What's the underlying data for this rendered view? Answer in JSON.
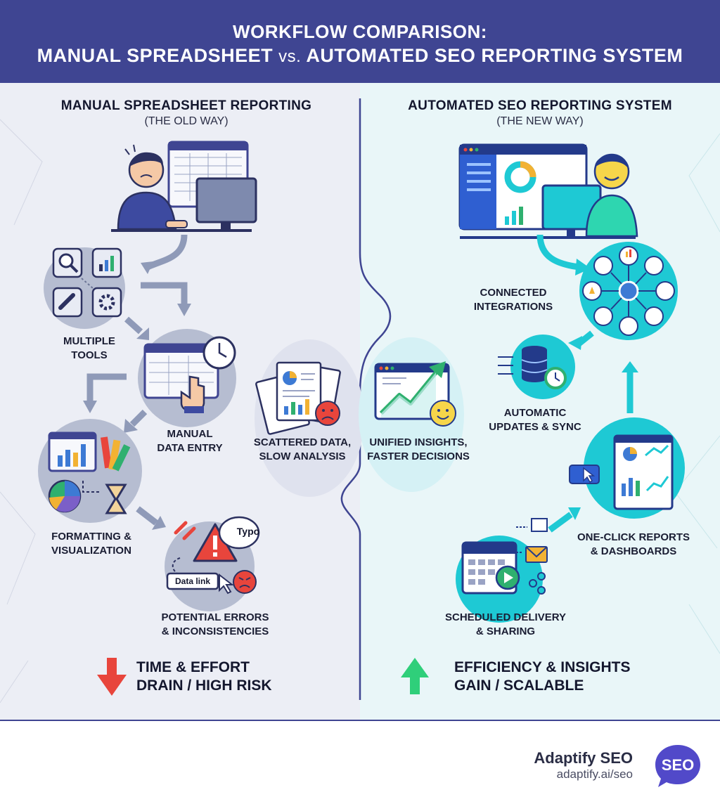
{
  "header": {
    "line1": "WORKFLOW COMPARISON:",
    "line2_a": "MANUAL SPREADSHEET ",
    "line2_vs": "vs.",
    "line2_b": " AUTOMATED SEO REPORTING SYSTEM"
  },
  "left": {
    "title": "MANUAL SPREADSHEET REPORTING",
    "subtitle": "(THE OLD WAY)",
    "steps": {
      "tools_1": "MULTIPLE",
      "tools_2": "TOOLS",
      "entry_1": "MANUAL",
      "entry_2": "DATA ENTRY",
      "format_1": "FORMATTING &",
      "format_2": "VISUALIZATION",
      "errors_1": "POTENTIAL ERRORS",
      "errors_2": "& INCONSISTENCIES",
      "scattered_1": "SCATTERED DATA,",
      "scattered_2": "SLOW ANALYSIS"
    },
    "bubbles": {
      "typo": "Typo",
      "data_link": "Data link"
    },
    "result_1": "TIME & EFFORT",
    "result_2": "DRAIN / HIGH RISK",
    "colors": {
      "bg": "#eceef5",
      "arrow": "#e8453c",
      "circle": "#b6bdd1"
    }
  },
  "right": {
    "title": "AUTOMATED SEO REPORTING SYSTEM",
    "subtitle": "(THE NEW WAY)",
    "steps": {
      "integrations_1": "CONNECTED",
      "integrations_2": "INTEGRATIONS",
      "updates_1": "AUTOMATIC",
      "updates_2": "UPDATES & SYNC",
      "reports_1": "ONE-CLICK REPORTS",
      "reports_2": "& DASHBOARDS",
      "delivery_1": "SCHEDULED DELIVERY",
      "delivery_2": "& SHARING",
      "unified_1": "UNIFIED INSIGHTS,",
      "unified_2": "FASTER DECISIONS"
    },
    "result_1": "EFFICIENCY & INSIGHTS",
    "result_2": "GAIN / SCALABLE",
    "colors": {
      "bg": "#e9f6f8",
      "arrow": "#2fcf7a",
      "accent": "#1ec9d4"
    }
  },
  "brand": {
    "name": "Adaptify SEO",
    "url": "adaptify.ai/seo",
    "logo_text": "SEO",
    "logo_color": "#5149c9"
  },
  "icons": [
    "stressed-person-icon",
    "spreadsheet-icon",
    "search-icon",
    "bar-chart-icon",
    "link-icon",
    "gear-icon",
    "clock-icon",
    "pointer-hand-icon",
    "pie-chart-icon",
    "hourglass-icon",
    "color-swatch-icon",
    "warning-icon",
    "angry-face-icon",
    "sad-face-icon",
    "documents-icon",
    "happy-person-icon",
    "dashboard-icon",
    "integration-hub-icon",
    "database-sync-icon",
    "trend-chart-icon",
    "smiley-icon",
    "calendar-icon",
    "email-icon",
    "share-icon",
    "play-icon",
    "cursor-icon",
    "arrow-down-icon",
    "arrow-up-icon",
    "seo-logo-icon"
  ]
}
